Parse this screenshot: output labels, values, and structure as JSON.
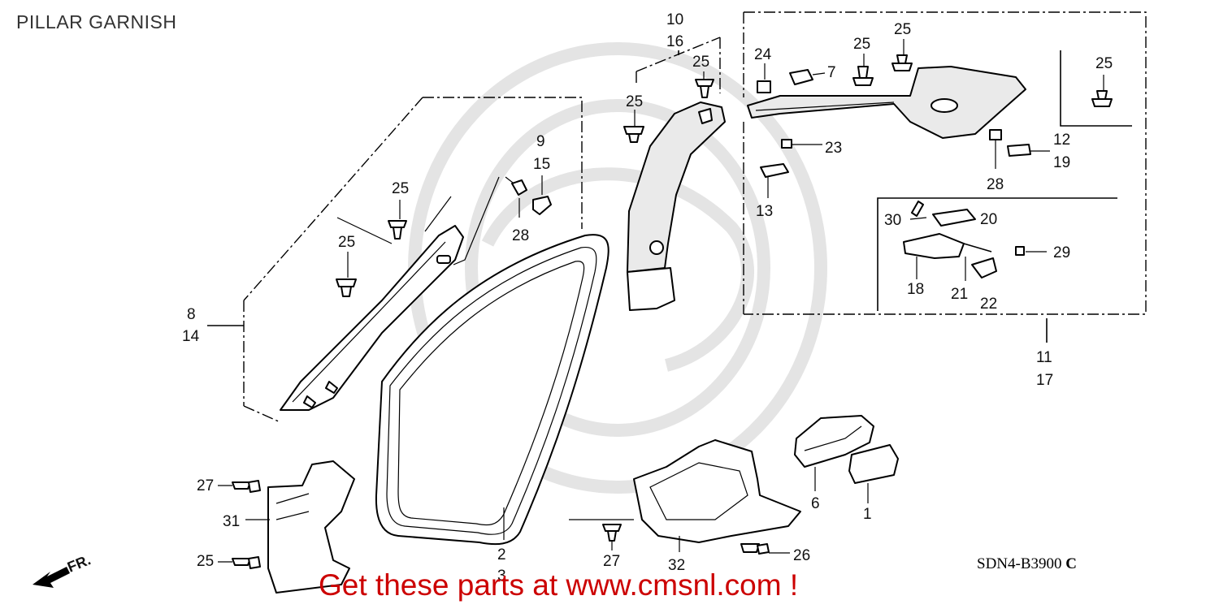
{
  "title": "PILLAR GARNISH",
  "diagram_code": "SDN4-B3900",
  "diagram_code_suffix": "C",
  "front_arrow_label": "FR.",
  "banner": "Get these parts at www.cmsnl.com !",
  "callouts": {
    "c_10": "10",
    "c_16": "16",
    "c_25_top_b": "25",
    "c_25_b_left": "25",
    "c_24": "24",
    "c_7": "7",
    "c_25_c_mid": "25",
    "c_25_c_top": "25",
    "c_25_c_right": "25",
    "c_12": "12",
    "c_19": "19",
    "c_23": "23",
    "c_28_c": "28",
    "c_13": "13",
    "c_30": "30",
    "c_20": "20",
    "c_29": "29",
    "c_18": "18",
    "c_21": "21",
    "c_22": "22",
    "c_11": "11",
    "c_17": "17",
    "c_9": "9",
    "c_15": "15",
    "c_28_a": "28",
    "c_25_a_top": "25",
    "c_25_a_mid": "25",
    "c_8": "8",
    "c_14": "14",
    "c_27_left": "27",
    "c_31": "31",
    "c_25_left": "25",
    "c_2": "2",
    "c_3": "3",
    "c_6": "6",
    "c_1": "1",
    "c_27_bottom": "27",
    "c_32": "32",
    "c_26": "26"
  }
}
